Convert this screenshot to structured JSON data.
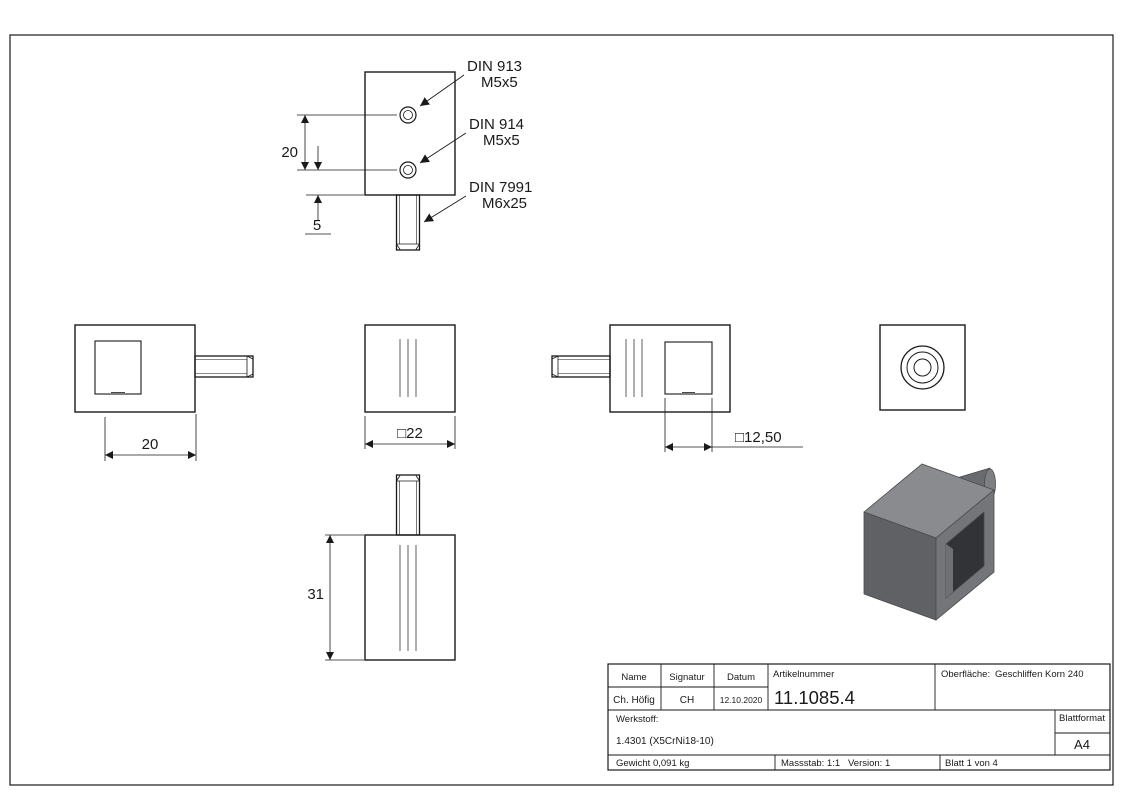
{
  "callouts": {
    "c1": {
      "line1": "DIN 913",
      "line2": "M5x5"
    },
    "c2": {
      "line1": "DIN 914",
      "line2": "M5x5"
    },
    "c3": {
      "line1": "DIN 7991",
      "line2": "M6x25"
    }
  },
  "dims": {
    "hole_spacing": "20",
    "edge_offset": "5",
    "body_depth": "20",
    "body_square": "□22",
    "hole_square": "□12,50",
    "overall_height": "31"
  },
  "title_block": {
    "name_label": "Name",
    "signatur_label": "Signatur",
    "datum_label": "Datum",
    "artikel_label": "Artikelnummer",
    "oberflaeche_label": "Oberfläche:",
    "oberflaeche_value": "Geschliffen Korn 240",
    "name_value": "Ch. Höfig",
    "signatur_value": "CH",
    "datum_value": "12.10.2020",
    "artikelnummer": "11.1085.4",
    "werkstoff_label": "Werkstoff:",
    "werkstoff_value": "1.4301 (X5CrNi18-10)",
    "blattformat_label": "Blattformat",
    "blattformat_value": "A4",
    "gewicht": "Gewicht 0,091 kg",
    "massstab": "Massstab: 1:1",
    "version": "Version: 1",
    "blatt": "Blatt 1 von 4"
  },
  "colors": {
    "line": "#1a1a1a",
    "face_top": "#8a8b8e",
    "face_left": "#606164",
    "face_right": "#747578",
    "hole": "#323336"
  }
}
